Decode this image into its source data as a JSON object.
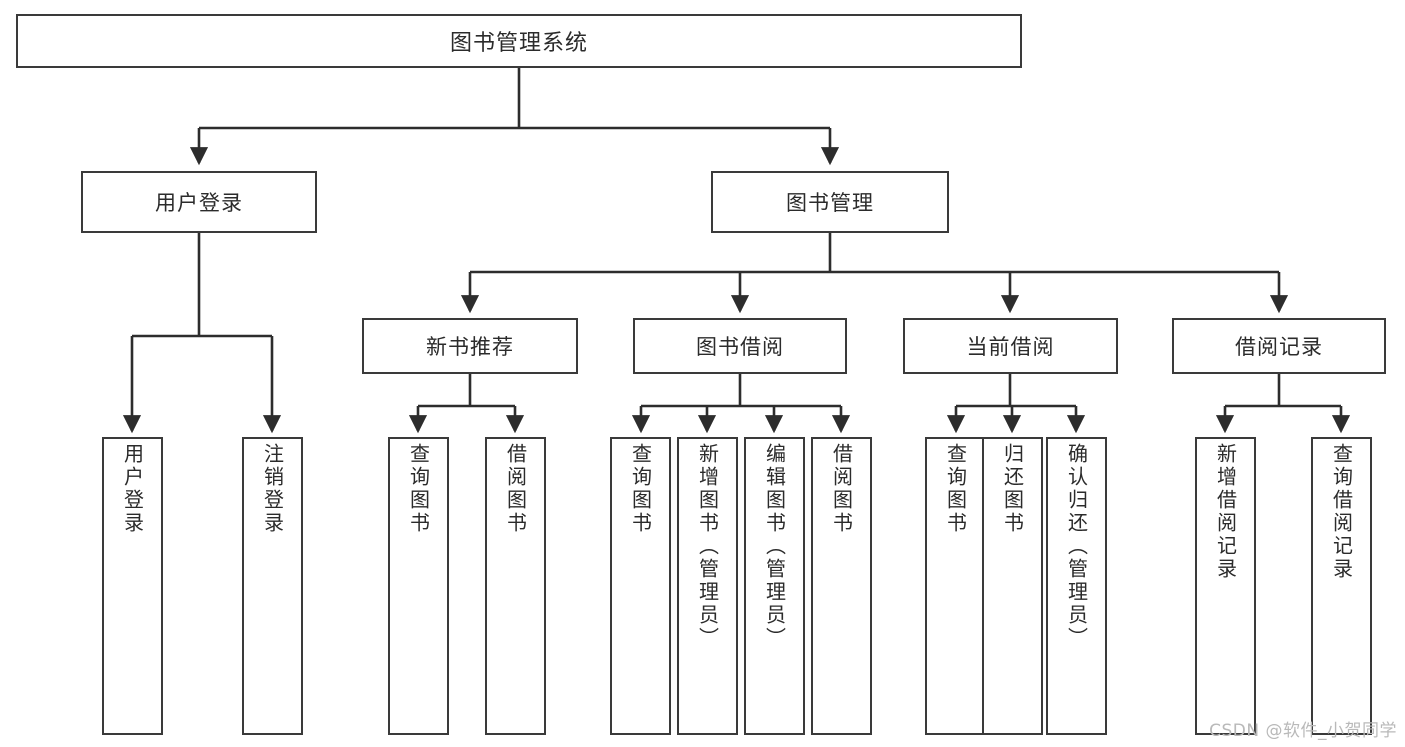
{
  "diagram": {
    "title": "图书管理系统",
    "type": "tree",
    "orientation": "top-down",
    "colors": {
      "box_border": "#3a3a3a",
      "box_fill": "#ffffff",
      "connector": "#2d2d2d",
      "text": "#2b2b2b",
      "watermark": "#b9b9b9",
      "background": "#ffffff"
    },
    "root": {
      "id": "root",
      "label": "图书管理系统"
    },
    "level2": [
      {
        "id": "user-login",
        "label": "用户登录"
      },
      {
        "id": "book-manage",
        "label": "图书管理"
      }
    ],
    "level3": [
      {
        "id": "new-book-rec",
        "label": "新书推荐",
        "parent": "book-manage"
      },
      {
        "id": "book-borrow",
        "label": "图书借阅",
        "parent": "book-manage"
      },
      {
        "id": "current-borrow",
        "label": "当前借阅",
        "parent": "book-manage"
      },
      {
        "id": "borrow-record",
        "label": "借阅记录",
        "parent": "book-manage"
      }
    ],
    "leaves": [
      {
        "id": "leaf-user-login",
        "label": "用户登录",
        "parent": "user-login"
      },
      {
        "id": "leaf-user-logout",
        "label": "注销登录",
        "parent": "user-login"
      },
      {
        "id": "leaf-query-book-1",
        "label": "查询图书",
        "parent": "new-book-rec"
      },
      {
        "id": "leaf-borrow-book-1",
        "label": "借阅图书",
        "parent": "new-book-rec"
      },
      {
        "id": "leaf-query-book-2",
        "label": "查询图书",
        "parent": "book-borrow"
      },
      {
        "id": "leaf-add-book",
        "label": "新增图书（管理员）",
        "parent": "book-borrow"
      },
      {
        "id": "leaf-edit-book",
        "label": "编辑图书（管理员）",
        "parent": "book-borrow"
      },
      {
        "id": "leaf-borrow-book-2",
        "label": "借阅图书",
        "parent": "book-borrow"
      },
      {
        "id": "leaf-query-book-3",
        "label": "查询图书",
        "parent": "current-borrow"
      },
      {
        "id": "leaf-return-book",
        "label": "归还图书",
        "parent": "current-borrow"
      },
      {
        "id": "leaf-confirm-return",
        "label": "确认归还（管理员）",
        "parent": "current-borrow"
      },
      {
        "id": "leaf-add-record",
        "label": "新增借阅记录",
        "parent": "borrow-record"
      },
      {
        "id": "leaf-query-record",
        "label": "查询借阅记录",
        "parent": "borrow-record"
      }
    ],
    "watermark": "CSDN @软件_小贺同学"
  }
}
